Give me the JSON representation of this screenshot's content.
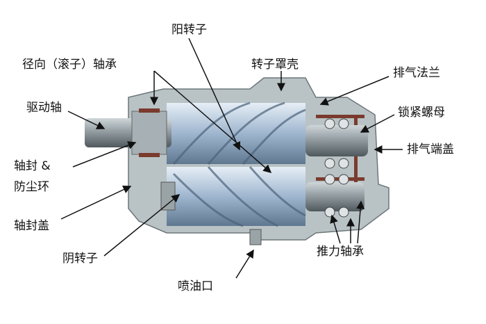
{
  "labels": {
    "male_rotor": "阳转子",
    "radial_bearing": "径向（滚子）轴承",
    "rotor_housing": "转子罩壳",
    "discharge_flange": "排气法兰",
    "drive_shaft": "驱动轴",
    "lock_nut": "锁紧螺母",
    "discharge_end_cover": "排气端盖",
    "shaft_seal_line1": "轴封 &",
    "shaft_seal_line2": "防尘环",
    "shaft_seal_cover": "轴封盖",
    "female_rotor": "阴转子",
    "thrust_bearing": "推力轴承",
    "oil_injection_port": "喷油口"
  },
  "colors": {
    "housing": "#b8c2c4",
    "rotor": "#a9bfd6",
    "shaft": "#8e9aa0",
    "seal": "#7a3b2e",
    "line": "#111111"
  }
}
